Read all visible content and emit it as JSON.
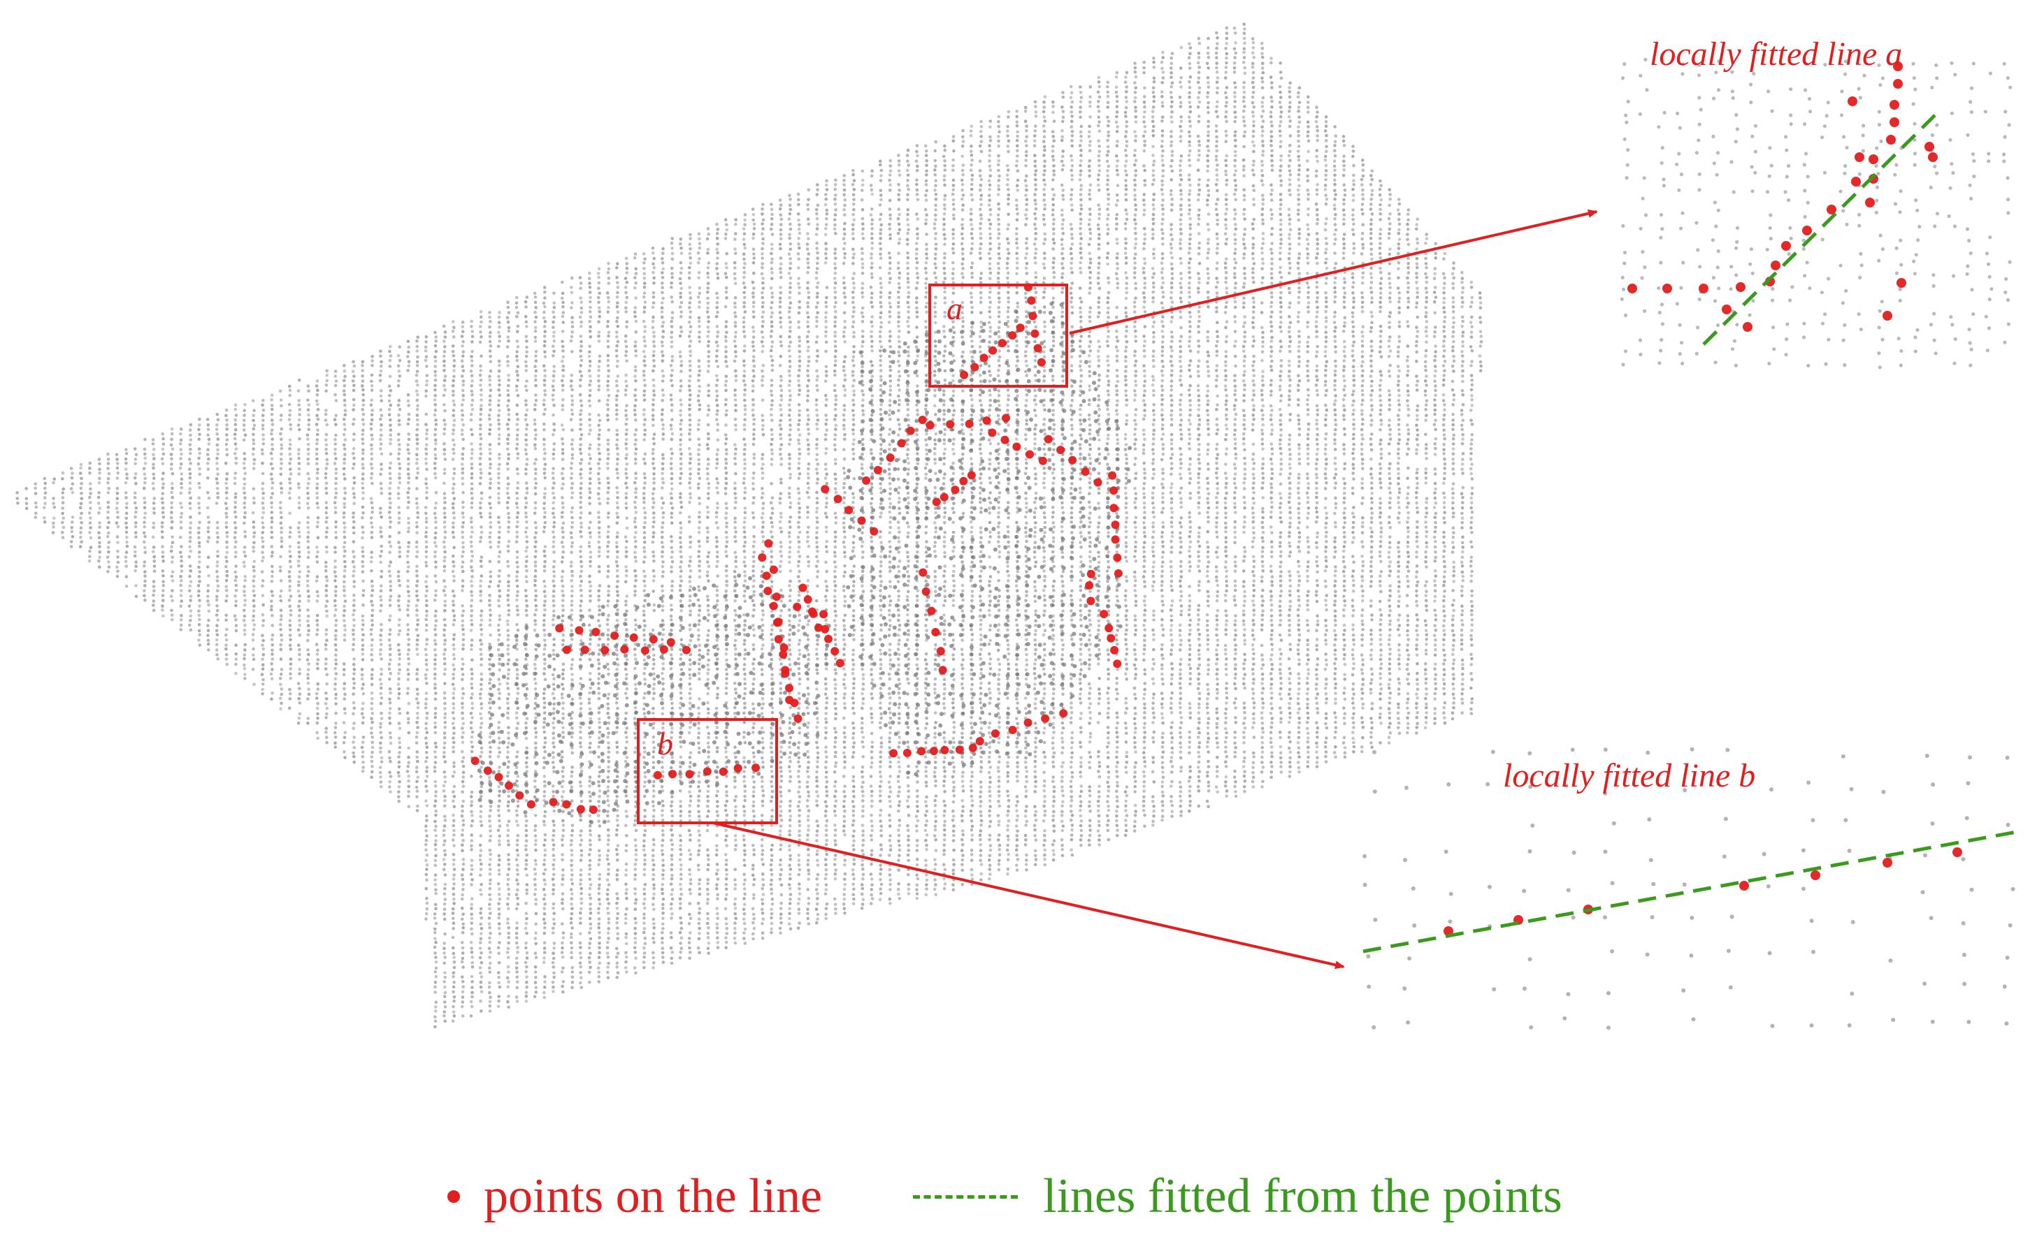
{
  "callouts": {
    "a": {
      "title": "locally fitted line a",
      "box_label": "a"
    },
    "b": {
      "title": "locally fitted line b",
      "box_label": "b"
    }
  },
  "legend": {
    "points_label": "points on the line",
    "lines_label": "lines fitted from the points"
  },
  "colors": {
    "points": "#e41d1d",
    "fitted_line": "#3a9a1e",
    "cloud": "#9a9a9a",
    "callout": "#e02020"
  }
}
